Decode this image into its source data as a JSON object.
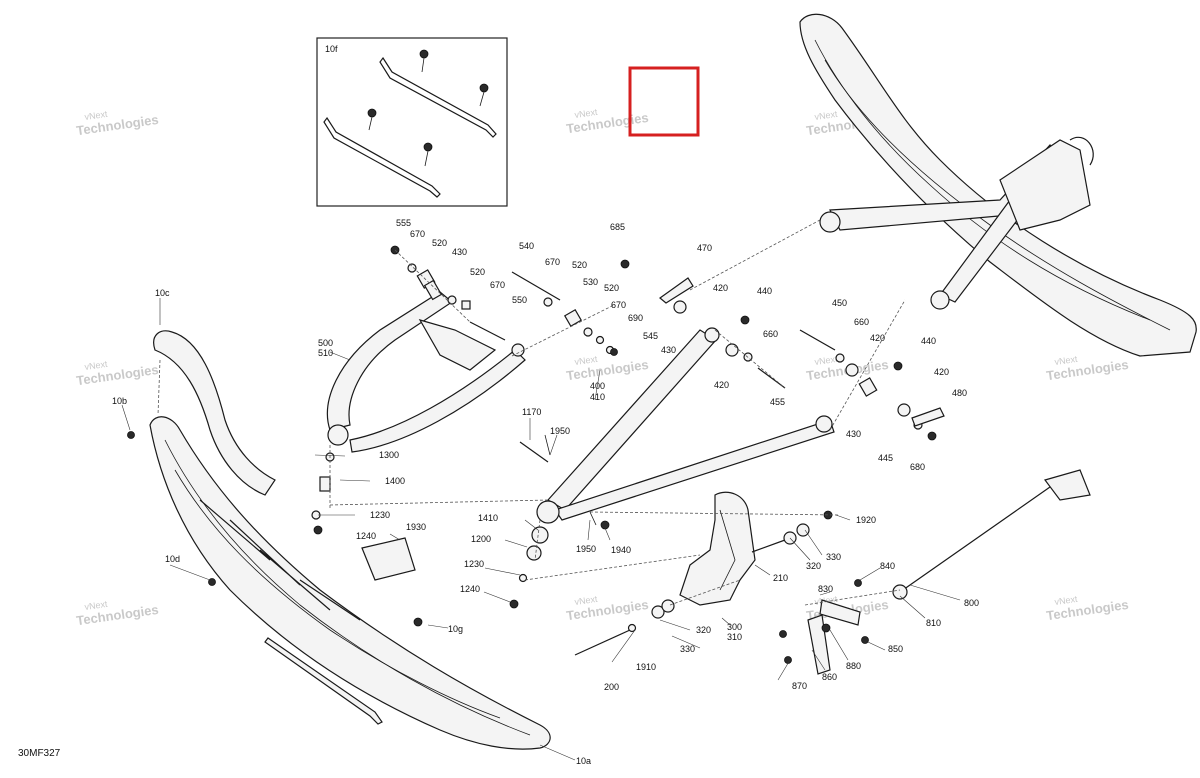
{
  "diagram_code": "30MF327",
  "watermark": {
    "line1": "vNext",
    "line2": "Technologies",
    "full": "vNext Technologies"
  },
  "inset_label": "10f",
  "highlight_color": "#d62020",
  "labels": {
    "l10a": "10a",
    "l10b": "10b",
    "l10c": "10c",
    "l10d": "10d",
    "l10g": "10g",
    "l200": "200",
    "l210": "210",
    "l300": "300",
    "l310": "310",
    "l320a": "320",
    "l320b": "320",
    "l330a": "330",
    "l330b": "330",
    "l400": "400",
    "l410": "410",
    "l420a": "420",
    "l420b": "420",
    "l420c": "420",
    "l420d": "420",
    "l430a": "430",
    "l430b": "430",
    "l430c": "430",
    "l440a": "440",
    "l440b": "440",
    "l445": "445",
    "l450": "450",
    "l455": "455",
    "l470": "470",
    "l480": "480",
    "l500": "500",
    "l510": "510",
    "l520a": "520",
    "l520b": "520",
    "l520c": "520",
    "l520d": "520",
    "l530": "530",
    "l540": "540",
    "l545": "545",
    "l550": "550",
    "l555": "555",
    "l660a": "660",
    "l660b": "660",
    "l670a": "670",
    "l670b": "670",
    "l670c": "670",
    "l670d": "670",
    "l680": "680",
    "l685": "685",
    "l690": "690",
    "l800": "800",
    "l810": "810",
    "l830": "830",
    "l840": "840",
    "l850": "850",
    "l860": "860",
    "l870": "870",
    "l880": "880",
    "l1170": "1170",
    "l1200": "1200",
    "l1230a": "1230",
    "l1230b": "1230",
    "l1240a": "1240",
    "l1240b": "1240",
    "l1300": "1300",
    "l1400": "1400",
    "l1410": "1410",
    "l1910": "1910",
    "l1920": "1920",
    "l1930": "1930",
    "l1940": "1940",
    "l1950a": "1950",
    "l1950b": "1950"
  }
}
